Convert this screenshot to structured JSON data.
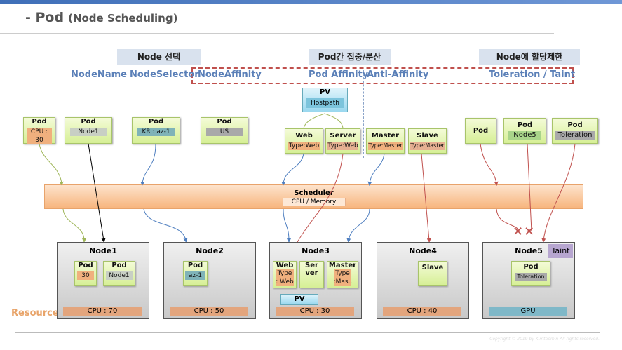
{
  "title": {
    "main": "- Pod",
    "sub": "(Node Scheduling)"
  },
  "headers": [
    "Node 선택",
    "Pod간 집중/분산",
    "Node에 할당제한"
  ],
  "categories": [
    "NodeName",
    "NodeSelector",
    "NodeAffinity",
    "Pod Affinity",
    "Anti-Affinity",
    "Toleration / Taint"
  ],
  "pv": {
    "label": "PV",
    "inner": "Hostpath"
  },
  "pods": [
    {
      "label": "Pod",
      "tag": "CPU : 30"
    },
    {
      "label": "Pod",
      "tag": "Node1"
    },
    {
      "label": "Pod",
      "tag": "KR : az-1"
    },
    {
      "label": "Pod",
      "tag": "US"
    },
    {
      "label": "Web",
      "tag": "Type:Web"
    },
    {
      "label": "Server",
      "tag": "Type:Web"
    },
    {
      "label": "Master",
      "tag": "Type:Master"
    },
    {
      "label": "Slave",
      "tag": "Type:Master"
    },
    {
      "label": "Pod"
    },
    {
      "label": "Pod",
      "tag": "Node5"
    },
    {
      "label": "Pod",
      "tag": "Toleration"
    }
  ],
  "scheduler": {
    "label": "Scheduler",
    "sub": "CPU / Memory"
  },
  "resource_label": "Resource",
  "nodes": [
    {
      "name": "Node1",
      "resource": "CPU : 70",
      "pods": [
        {
          "label": "Pod",
          "tag": "30"
        },
        {
          "label": "Pod",
          "tag": "Node1"
        }
      ]
    },
    {
      "name": "Node2",
      "resource": "CPU : 50",
      "pods": [
        {
          "label": "Pod",
          "tag": "az-1"
        }
      ]
    },
    {
      "name": "Node3",
      "resource": "CPU : 30",
      "pods": [
        {
          "label": "Web",
          "tag": "Type : Web"
        },
        {
          "label": "Ser ver"
        },
        {
          "label": "Master",
          "tag": "Type :Mas.."
        }
      ],
      "pv": "PV"
    },
    {
      "name": "Node4",
      "resource": "CPU : 40",
      "pods": [
        {
          "label": "Slave"
        }
      ]
    },
    {
      "name": "Node5",
      "resource": "GPU",
      "taint": "Taint",
      "pods": [
        {
          "label": "Pod",
          "tag": "Toleration"
        }
      ]
    }
  ],
  "reject_marks": "✕✕",
  "copyright": "Copyright © 2019 by Kimtaemin All rights reserved.",
  "colors": {
    "accent": "#5b80b8",
    "dashed_box": "#c0504d",
    "resource": "#e3a57d",
    "gpu": "#7fb8c8"
  }
}
